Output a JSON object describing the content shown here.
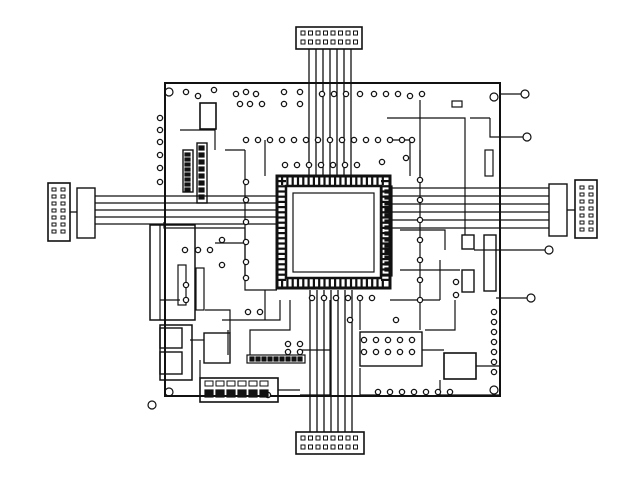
{
  "diagram": {
    "kind": "pcb-schematic-line-drawing",
    "line_color": "#111111",
    "background": "#ffffff",
    "central_chip": "qfp-processor",
    "edge_connectors": [
      "top-header",
      "bottom-header",
      "left-header",
      "right-header"
    ],
    "printed_text": []
  }
}
